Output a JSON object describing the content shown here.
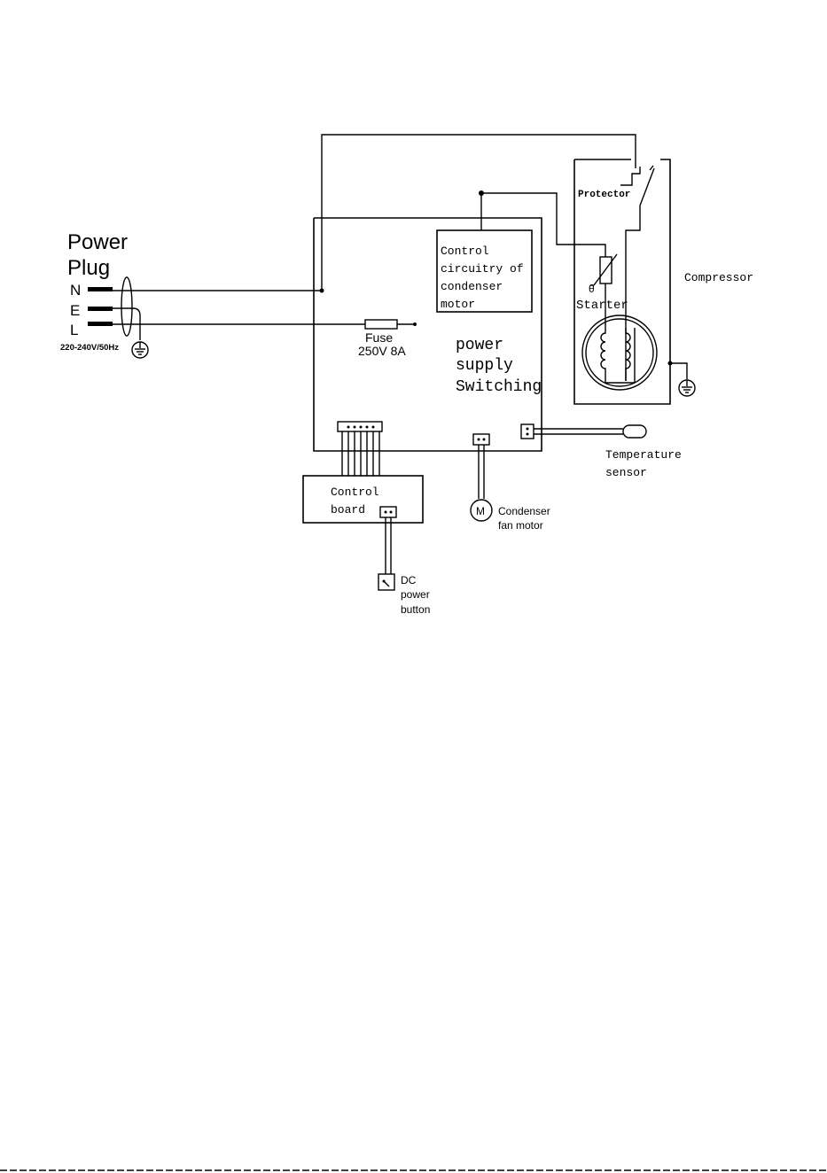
{
  "power_plug": {
    "title_line1": "Power",
    "title_line2": "Plug",
    "pin_n": "N",
    "pin_e": "E",
    "pin_l": "L",
    "rating": "220-240V/50Hz"
  },
  "fuse": {
    "label": "Fuse",
    "rating": "250V 8A"
  },
  "control_circuitry": {
    "line1": "Control",
    "line2": "circuitry of",
    "line3": "condenser",
    "line4": "motor"
  },
  "power_supply": {
    "line1": "power",
    "line2": "supply",
    "line3": "Switching"
  },
  "protector": {
    "label": "Protector"
  },
  "starter": {
    "theta": "θ",
    "label": "Starter"
  },
  "compressor": {
    "label": "Compressor"
  },
  "temperature_sensor": {
    "line1": "Temperature",
    "line2": "sensor"
  },
  "control_board": {
    "line1": "Control",
    "line2": "board"
  },
  "condenser_fan": {
    "motor_symbol": "M",
    "line1": "Condenser",
    "line2": "fan motor"
  },
  "dc_power_button": {
    "line1": "DC",
    "line2": "power",
    "line3": "button"
  }
}
